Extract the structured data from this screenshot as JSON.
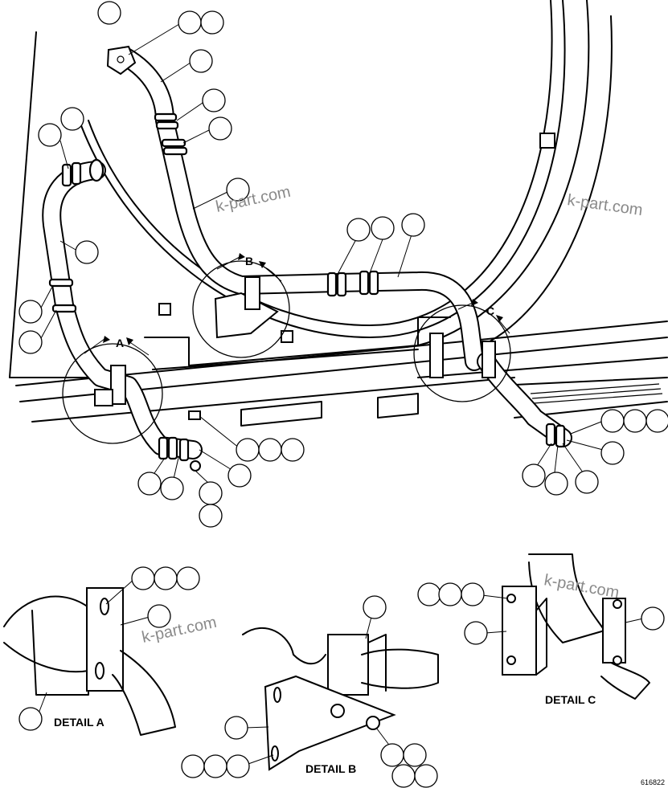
{
  "diagram": {
    "detail_letters": {
      "a": "A",
      "b": "B",
      "c": "C"
    },
    "detail_labels": {
      "a": "DETAIL A",
      "b": "DETAIL B",
      "c": "DETAIL C"
    },
    "watermark": "k-part.com",
    "figure_code": "616822"
  }
}
